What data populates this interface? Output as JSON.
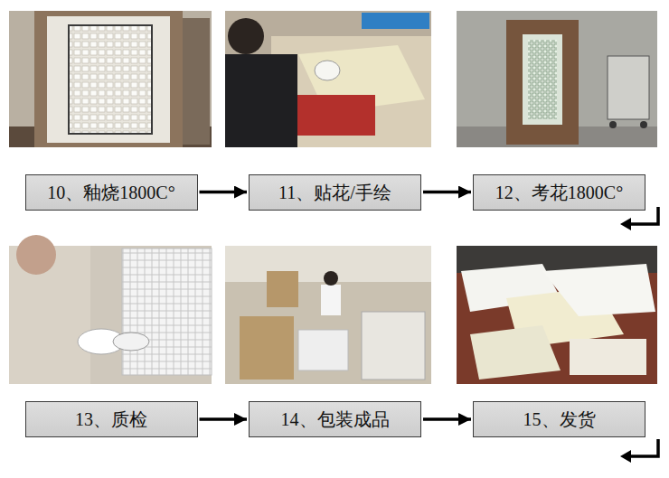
{
  "diagram": {
    "nodes": [
      {
        "text": [
          "10、釉烧1800C°"
        ]
      },
      {
        "text": [
          "11、贴花/手绘"
        ]
      },
      {
        "text": [
          "12、考花1800C°"
        ]
      },
      {
        "text": [
          "13、质检"
        ]
      },
      {
        "text": [
          "14、包装成品"
        ]
      },
      {
        "text": [
          "15、发货"
        ]
      }
    ],
    "edges": [
      {
        "from": 0,
        "to": 1,
        "arrow": "to"
      },
      {
        "from": 1,
        "to": 2,
        "arrow": "to"
      },
      {
        "from": 3,
        "to": 4,
        "arrow": "to"
      },
      {
        "from": 4,
        "to": 5,
        "arrow": "to"
      }
    ]
  }
}
